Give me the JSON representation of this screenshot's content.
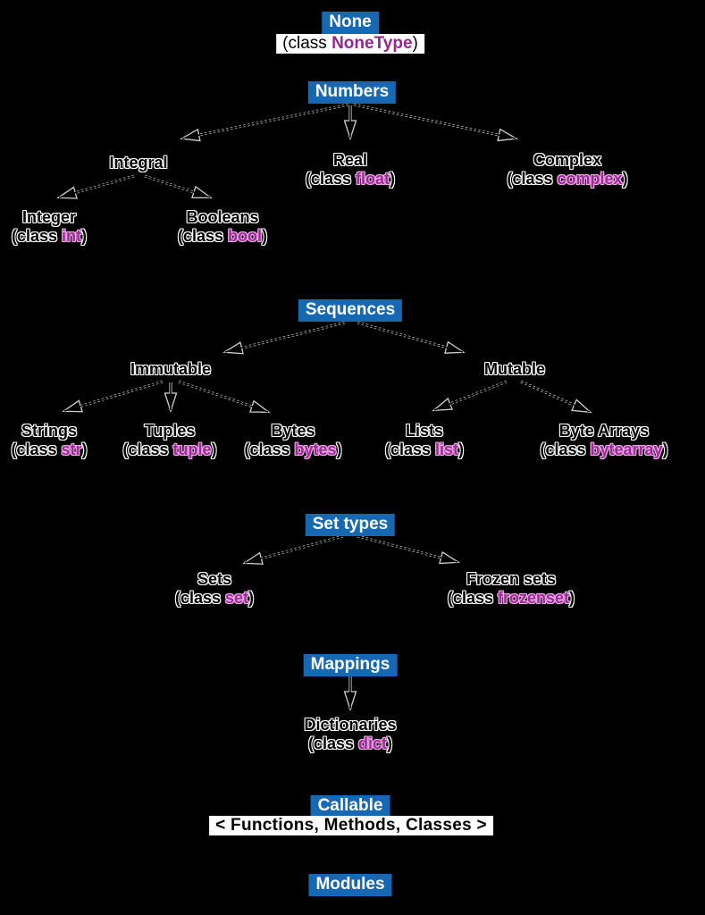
{
  "palette": {
    "background": "#000000",
    "box_blue": "#1768b2",
    "box_text": "#ffffff",
    "class_magenta": "#93278f",
    "class_halo_pink": "#eda9e6",
    "outline_white": "#ffffff",
    "strip_white": "#ffffff",
    "strip_text_black": "#000000",
    "arrow_gray": "#d9d9d9"
  },
  "common": {
    "class_prefix": "(class ",
    "class_suffix": ")"
  },
  "sections": {
    "none": {
      "label": "None"
    },
    "numbers": {
      "label": "Numbers"
    },
    "sequences": {
      "label": "Sequences"
    },
    "set_types": {
      "label": "Set types"
    },
    "mappings": {
      "label": "Mappings"
    },
    "callable": {
      "label": "Callable",
      "note": "< Functions, Methods, Classes >"
    },
    "modules": {
      "label": "Modules"
    }
  },
  "nodes": {
    "nonetype": {
      "cls": "NoneType"
    },
    "integral": {
      "title": "Integral"
    },
    "real": {
      "title": "Real",
      "cls": "float"
    },
    "complex": {
      "title": "Complex",
      "cls": "complex"
    },
    "integer": {
      "title": "Integer",
      "cls": "int"
    },
    "booleans": {
      "title": "Booleans",
      "cls": "bool"
    },
    "immutable": {
      "title": "Immutable"
    },
    "mutable": {
      "title": "Mutable"
    },
    "strings": {
      "title": "Strings",
      "cls": "str"
    },
    "tuples": {
      "title": "Tuples",
      "cls": "tuple"
    },
    "bytes": {
      "title": "Bytes",
      "cls": "bytes"
    },
    "lists": {
      "title": "Lists",
      "cls": "list"
    },
    "byte_arrays": {
      "title": "Byte Arrays",
      "cls": "bytearray"
    },
    "sets": {
      "title": "Sets",
      "cls": "set"
    },
    "frozen_sets": {
      "title": "Frozen sets",
      "cls": "frozenset"
    },
    "dictionaries": {
      "title": "Dictionaries",
      "cls": "dict"
    }
  },
  "edges": [
    {
      "from": "numbers",
      "to": "integral",
      "style": "dashed"
    },
    {
      "from": "numbers",
      "to": "real",
      "style": "solid"
    },
    {
      "from": "numbers",
      "to": "complex",
      "style": "dashed"
    },
    {
      "from": "integral",
      "to": "integer",
      "style": "dashed"
    },
    {
      "from": "integral",
      "to": "booleans",
      "style": "dashed"
    },
    {
      "from": "sequences",
      "to": "immutable",
      "style": "dashed"
    },
    {
      "from": "sequences",
      "to": "mutable",
      "style": "dashed"
    },
    {
      "from": "immutable",
      "to": "strings",
      "style": "dashed"
    },
    {
      "from": "immutable",
      "to": "tuples",
      "style": "solid"
    },
    {
      "from": "immutable",
      "to": "bytes",
      "style": "dashed"
    },
    {
      "from": "mutable",
      "to": "lists",
      "style": "dashed"
    },
    {
      "from": "mutable",
      "to": "byte_arrays",
      "style": "dashed"
    },
    {
      "from": "set_types",
      "to": "sets",
      "style": "dashed"
    },
    {
      "from": "set_types",
      "to": "frozen_sets",
      "style": "dashed"
    },
    {
      "from": "mappings",
      "to": "dictionaries",
      "style": "solid"
    }
  ]
}
